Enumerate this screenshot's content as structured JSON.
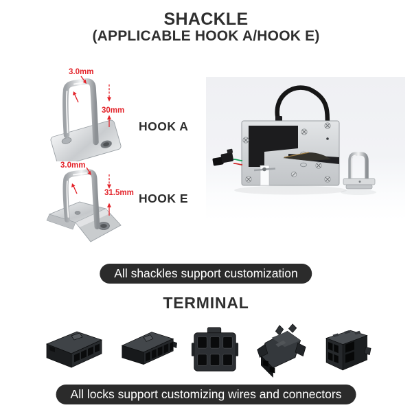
{
  "header": {
    "title": "SHACKLE",
    "subtitle": "(APPLICABLE HOOK A/HOOK E)"
  },
  "shackle_section": {
    "hooks": [
      {
        "label": "HOOK A",
        "wire_diameter": "3.0mm",
        "height": "30mm"
      },
      {
        "label": "HOOK E",
        "wire_diameter": "3.0mm",
        "height": "31.5mm"
      }
    ],
    "banner": "All shackles support customization"
  },
  "terminal_section": {
    "title": "TERMINAL",
    "banner": "All locks support customizing wires and connectors",
    "connectors": [
      "flat-4-slot-connector",
      "long-5-slot-connector",
      "6-pin-front-connector",
      "2-pin-winged-connector",
      "6-pin-angled-connector"
    ]
  },
  "images": {
    "hook_a": "metal-shackle-on-flat-plate-photo",
    "hook_e": "metal-shackle-on-bent-plate-photo",
    "lock": "electronic-cabinet-lock-with-cable-connector-and-shackle-photo"
  },
  "colors": {
    "accent_red": "#e3232a",
    "banner_bg": "#2b2b2b",
    "heading_text": "#2f2f2f",
    "photo_bg": "#f0f1f4"
  }
}
